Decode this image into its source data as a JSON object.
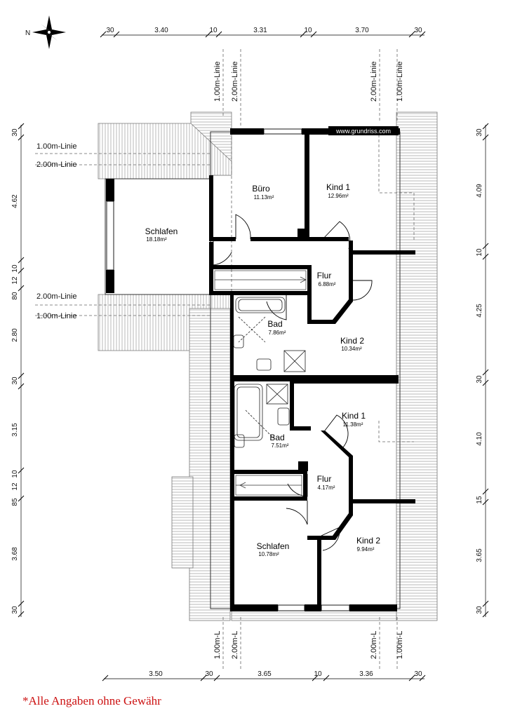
{
  "watermark": "www.grundriss.com",
  "disclaimer": "*Alle Angaben ohne Gewähr",
  "compass_letter": "N",
  "rooms": {
    "buero": {
      "name": "Büro",
      "area": "11.13m²"
    },
    "kind1_top": {
      "name": "Kind 1",
      "area": "12.96m²"
    },
    "schlafen_top": {
      "name": "Schlafen",
      "area": "18.18m²"
    },
    "flur_top": {
      "name": "Flur",
      "area": "6.88m²"
    },
    "bad_top": {
      "name": "Bad",
      "area": "7.86m²"
    },
    "kind2_top": {
      "name": "Kind 2",
      "area": "10.34m²"
    },
    "kind1_bottom": {
      "name": "Kind 1",
      "area": "11.38m²"
    },
    "bad_bottom": {
      "name": "Bad",
      "area": "7.51m²"
    },
    "flur_bottom": {
      "name": "Flur",
      "area": "4.17m²"
    },
    "schlafen_bottom": {
      "name": "Schlafen",
      "area": "10.78m²"
    },
    "kind2_bottom": {
      "name": "Kind 2",
      "area": "9.94m²"
    }
  },
  "height_lines": {
    "left_1": "1.00m-Linie",
    "left_2": "2.00m-Linie",
    "left_3": "2.00m-Linie",
    "left_4": "1.00m-Linie",
    "top_1": "1.00m-Linie",
    "top_2": "2.00m-Linie",
    "top_3": "2.00m-Linie",
    "top_4": "1.00m-Linie",
    "bottom_1": "1.00m-L",
    "bottom_2": "2.00m-L",
    "bottom_3": "2.00m-L",
    "bottom_4": "1.00m-L"
  },
  "dimensions": {
    "top": [
      "30",
      "3.40",
      "10",
      "3.31",
      "10",
      "3.70",
      "30"
    ],
    "bottom": [
      "3.50",
      "30",
      "3.65",
      "10",
      "3.36",
      "30"
    ],
    "left": [
      "30",
      "4.62",
      "10",
      "12",
      "80",
      "2.80",
      "30",
      "3.15",
      "10",
      "12",
      "85",
      "3.68",
      "30"
    ],
    "right": [
      "30",
      "4.09",
      "10",
      "4.25",
      "30",
      "4.10",
      "15",
      "3.65",
      "30"
    ]
  }
}
